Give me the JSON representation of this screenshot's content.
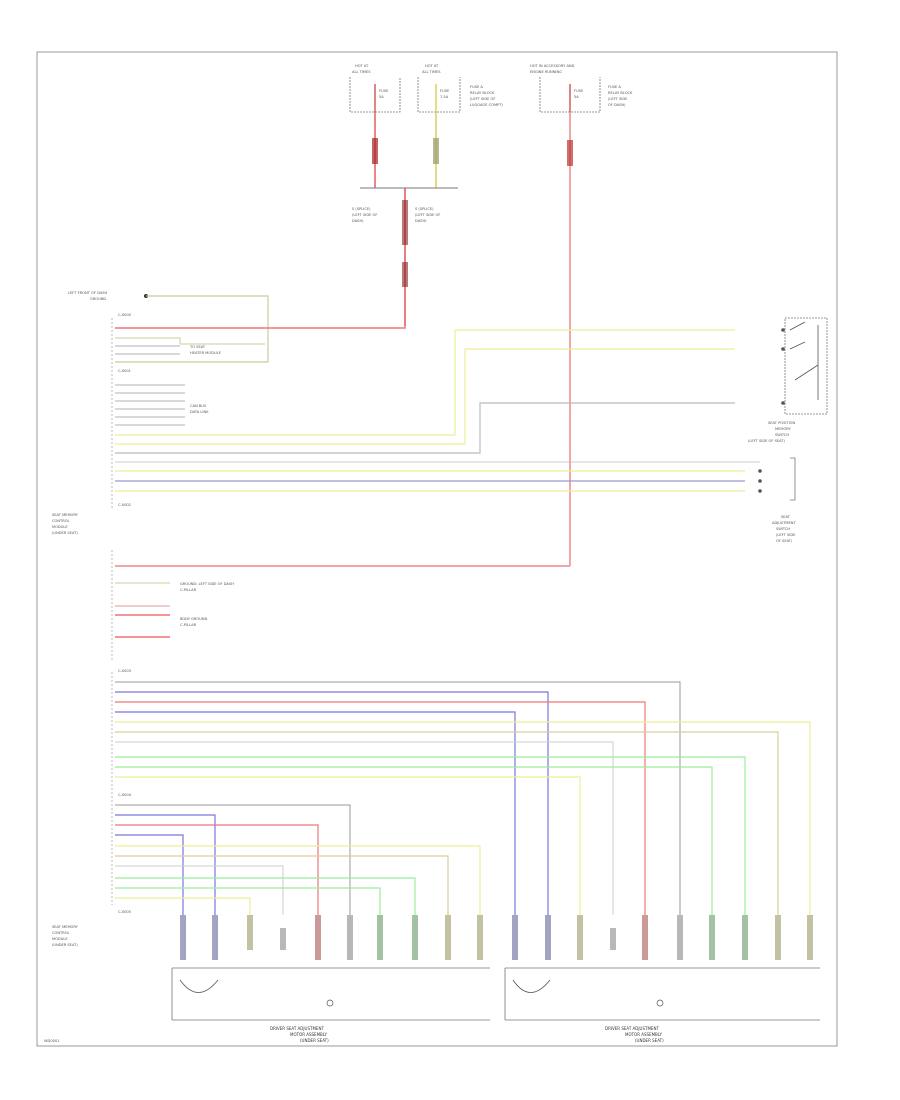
{
  "diagram": {
    "fuse_boxes": [
      {
        "lines": [
          "HOT AT",
          "ALL TIMES"
        ],
        "fuse": "FUSE",
        "amps": "5A"
      },
      {
        "lines": [
          "HOT AT",
          "ALL TIMES"
        ],
        "fuse": "FUSE",
        "amps": "7.5A",
        "note": [
          "FUSE &",
          "RELAY BLOCK",
          "(LEFT SIDE OF",
          "LUGGAGE COMPT)"
        ]
      },
      {
        "lines": [
          "HOT IN ACCESSORY AND",
          "ENGINE RUNNING"
        ],
        "fuse": "FUSE",
        "amps": "5A",
        "note": [
          "FUSE &",
          "RELAY BLOCK",
          "(LEFT SIDE",
          "OF DASH)"
        ]
      }
    ],
    "splice_labels": [
      [
        "S (SPLICE)",
        "(LEFT SIDE OF",
        "DASH)"
      ],
      [
        "S (SPLICE)",
        "(LEFT SIDE OF",
        "DASH)"
      ]
    ],
    "ground_label": [
      "LEFT FRONT OF DASH",
      "GROUND"
    ],
    "module_label": [
      "SEAT MEMORY",
      "CONTROL",
      "MODULE",
      "(UNDER SEAT)"
    ],
    "switch_label": [
      "SEAT POSITION",
      "MEMORY",
      "SWITCH",
      "(LEFT SIDE OF SEAT)"
    ],
    "relay_label": [
      "SEAT",
      "ADJUSTMENT",
      "SWITCH",
      "(LEFT SIDE",
      "OF SEAT)"
    ],
    "data_link_note": [
      "CAN BUS",
      "DATA LINK"
    ],
    "data_link_note2": [
      "TO SEAT",
      "HEATER MODULE"
    ],
    "ground_note": [
      "GROUND: LEFT SIDE OF DASH",
      "C-PILLAR"
    ],
    "ground_note2": [
      "BODY GROUND",
      "C-PILLAR"
    ],
    "connector_labels": [
      "C-X000",
      "C-X001",
      "C-X002",
      "C-X003",
      "C-X004",
      "C-X005"
    ],
    "bottom_module_label": [
      "SEAT MEMORY",
      "CONTROL",
      "MODULE",
      "(UNDER SEAT)"
    ],
    "motor_left_label": [
      "DRIVER SEAT ADJUSTMENT",
      "MOTOR ASSEMBLY",
      "(UNDER SEAT)"
    ],
    "motor_right_label": [
      "DRIVER SEAT ADJUSTMENT",
      "MOTOR ASSEMBLY",
      "(UNDER SEAT)"
    ],
    "diagram_id": "WD0001"
  }
}
